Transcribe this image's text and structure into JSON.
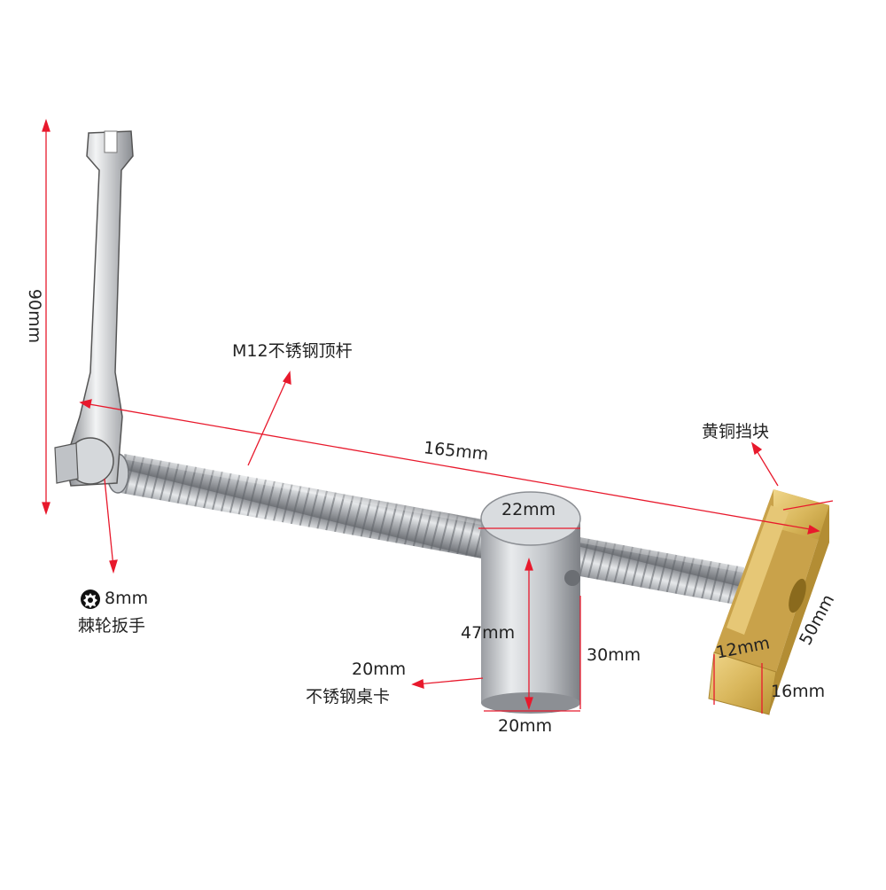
{
  "labels": {
    "wrench_length": "90mm",
    "rod_name": "M12不锈钢顶杆",
    "rod_length": "165mm",
    "brass_name": "黄铜挡块",
    "cylinder_top": "22mm",
    "cylinder_height": "47mm",
    "cylinder_body": "30mm",
    "cylinder_bottom": "20mm",
    "cylinder_name_size": "20mm",
    "cylinder_name": "不锈钢桌卡",
    "brass_thickness": "12mm",
    "brass_length": "50mm",
    "brass_height": "16mm",
    "socket_size": "8mm",
    "wrench_name": "棘轮扳手"
  },
  "colors": {
    "dimension_line": "#e8192c",
    "steel": "#b9bcc1",
    "brass": "#d8b65a"
  },
  "icons": {
    "socket": "twelve-point-socket-icon"
  }
}
